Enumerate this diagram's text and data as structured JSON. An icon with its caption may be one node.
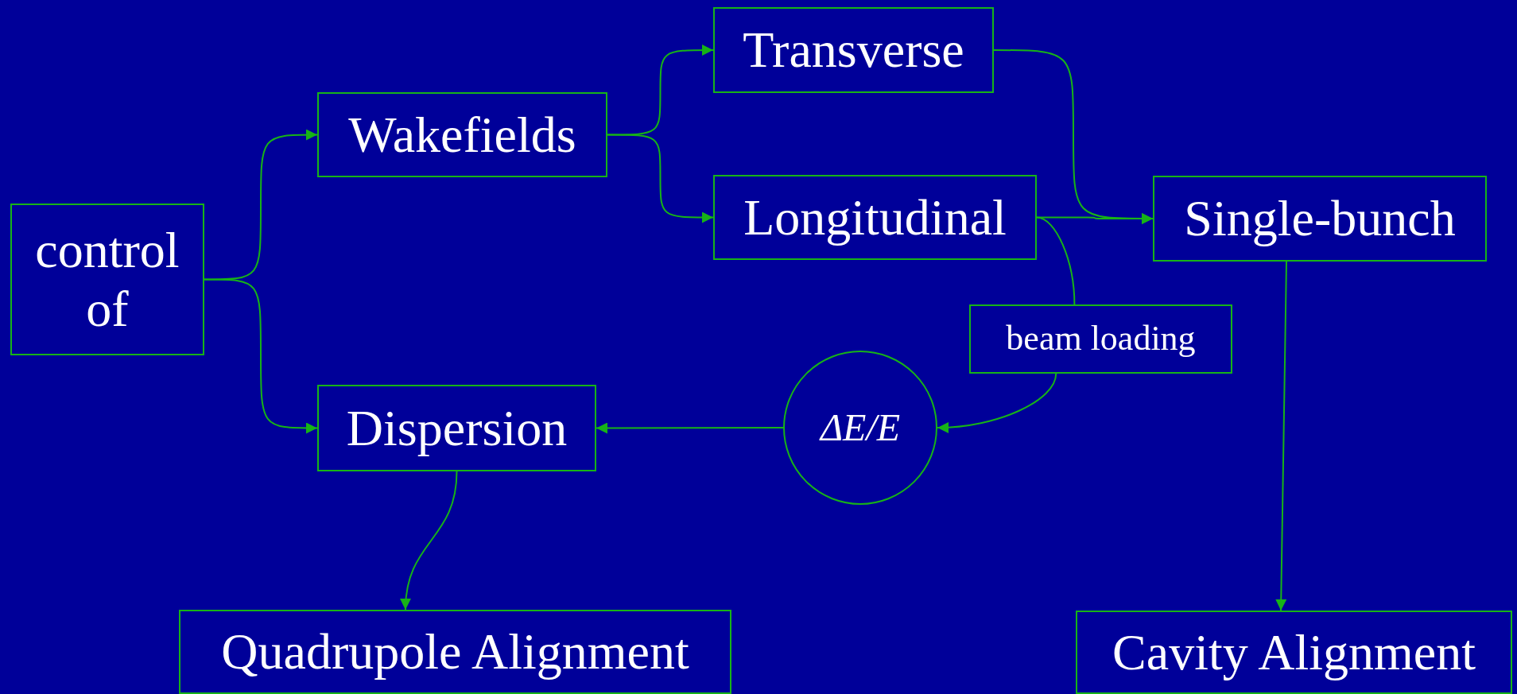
{
  "diagram": {
    "nodes": [
      {
        "text": [
          "control of"
        ]
      },
      {
        "text": [
          "Wakefields"
        ]
      },
      {
        "text": [
          "Transverse"
        ]
      },
      {
        "text": [
          "Longitudinal"
        ]
      },
      {
        "text": [
          "Single-bunch"
        ]
      },
      {
        "text": [
          "beam loading"
        ]
      },
      {
        "text": [
          "ΔE/E"
        ]
      },
      {
        "text": [
          "Dispersion"
        ]
      },
      {
        "text": [
          "Quadrupole Alignment"
        ]
      },
      {
        "text": [
          "Cavity Alignment"
        ]
      }
    ],
    "edges": [
      {
        "from": 0,
        "to": 1,
        "arrow": "to"
      },
      {
        "from": 0,
        "to": 7,
        "arrow": "to"
      },
      {
        "from": 1,
        "to": 2,
        "arrow": "to"
      },
      {
        "from": 1,
        "to": 3,
        "arrow": "to"
      },
      {
        "from": 2,
        "to": 4,
        "arrow": "to"
      },
      {
        "from": 3,
        "to": 4,
        "arrow": "to"
      },
      {
        "from": 3,
        "to": 5,
        "arrow": "none"
      },
      {
        "from": 5,
        "to": 6,
        "arrow": "to"
      },
      {
        "from": 6,
        "to": 7,
        "arrow": "to"
      },
      {
        "from": 7,
        "to": 8,
        "arrow": "to"
      },
      {
        "from": 4,
        "to": 9,
        "arrow": "to"
      }
    ]
  }
}
